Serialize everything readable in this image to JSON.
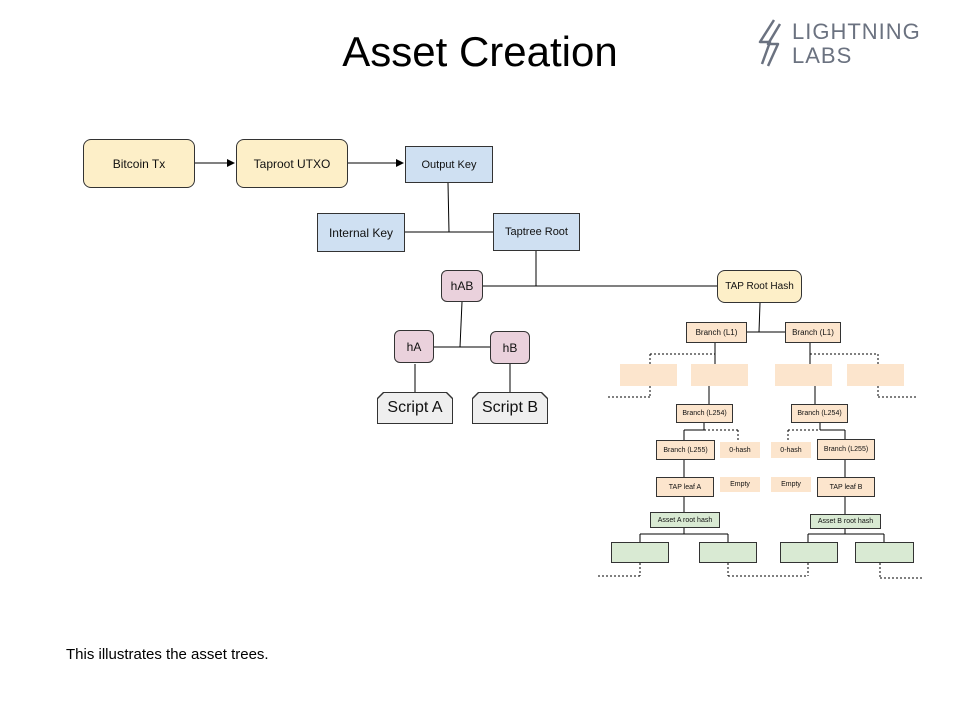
{
  "slide": {
    "title": "Asset Creation",
    "caption": "This illustrates the asset trees."
  },
  "logo": {
    "line1": "LIGHTNING",
    "line2": "LABS",
    "icon": "lightning-bolt-icon"
  },
  "colors": {
    "yellow": "#fdefc8",
    "blue": "#cfe0f2",
    "pink": "#ead1dc",
    "gray": "#efefef",
    "orange": "#fce5cd",
    "green": "#d9ead3"
  },
  "nodes": {
    "bitcoin_tx": "Bitcoin Tx",
    "taproot_utxo": "Taproot UTXO",
    "output_key": "Output Key",
    "internal_key": "Internal Key",
    "taptree_root": "Taptree Root",
    "hab": "hAB",
    "tap_root_hash": "TAP Root Hash",
    "ha": "hA",
    "hb": "hB",
    "script_a": "Script A",
    "script_b": "Script B",
    "branch_l1_left": "Branch (L1)",
    "branch_l1_right": "Branch (L1)",
    "branch_l254_left": "Branch (L254)",
    "branch_l254_right": "Branch (L254)",
    "branch_l255_left": "Branch (L255)",
    "branch_l255_right": "Branch (L255)",
    "zero_hash_left": "0-hash",
    "zero_hash_right": "0-hash",
    "tap_leaf_a": "TAP leaf A",
    "tap_leaf_b": "TAP leaf B",
    "empty_left": "Empty",
    "empty_right": "Empty",
    "asset_a_root_hash": "Asset A root hash",
    "asset_b_root_hash": "Asset B root hash"
  }
}
